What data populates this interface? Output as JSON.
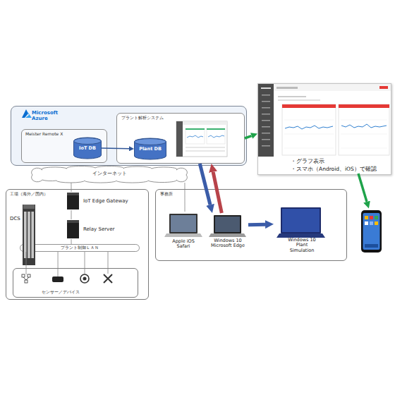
{
  "diagram": {
    "nodes": [
      {
        "text": [
          "Microsoft Azure"
        ]
      },
      {
        "text": [
          "Meister Remote X"
        ],
        "in": 0
      },
      {
        "text": [
          "IoT DB"
        ],
        "in": 1
      },
      {
        "text": [
          "プラント解析システム"
        ],
        "in": 0
      },
      {
        "text": [
          "Plant DB"
        ],
        "in": 3
      },
      {
        "text": [
          "インターネット"
        ]
      },
      {
        "text": [
          "工場（海外／国内）"
        ]
      },
      {
        "text": [
          "DCS"
        ],
        "in": 6
      },
      {
        "text": [
          "IoT Edge Gateway"
        ],
        "in": 6
      },
      {
        "text": [
          "Relay Server"
        ],
        "in": 6
      },
      {
        "text": [
          "プラント制御ＬＡＮ"
        ],
        "in": 6
      },
      {
        "text": [
          "センサー／デバイス"
        ],
        "in": 6
      },
      {
        "text": [
          "事務所"
        ]
      },
      {
        "text": [
          "Apple iOS Safari"
        ],
        "in": 12
      },
      {
        "text": [
          "Windows 10 Microsoft Edge"
        ],
        "in": 12
      },
      {
        "text": [
          "Windows 10 Plant Simulation"
        ],
        "in": 12
      },
      {
        "text": [
          "・グラフ表示",
          "・スマホ（Android、iOS）で確認"
        ]
      }
    ],
    "edges": [
      {
        "from": 2,
        "to": 4,
        "arrow": "to"
      },
      {
        "from": 3,
        "to": 14,
        "arrow": "to"
      },
      {
        "from": 14,
        "to": 3,
        "arrow": "to"
      },
      {
        "from": 14,
        "to": 15,
        "arrow": "to"
      },
      {
        "from": 3,
        "to": 16,
        "arrow": "to"
      },
      {
        "from": 5,
        "to": 8,
        "arrow": "none"
      },
      {
        "from": 5,
        "to": 13,
        "arrow": "none"
      },
      {
        "from": 8,
        "to": 9,
        "arrow": "none"
      },
      {
        "from": 9,
        "to": 10,
        "arrow": "none"
      },
      {
        "from": 10,
        "to": 11,
        "arrow": "none"
      }
    ]
  }
}
